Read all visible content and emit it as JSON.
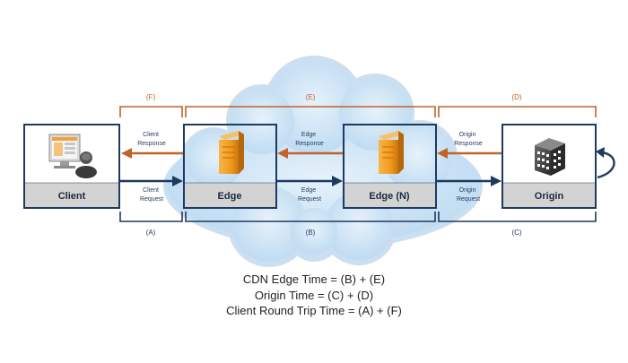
{
  "colors": {
    "box_border": "#1f3a5f",
    "box_fill": "#ffffff",
    "label_band": "#d3d3d3",
    "request_arrow": "#1f3a5f",
    "response_arrow": "#c0622a",
    "bracket_top": "#c0622a",
    "bracket_bottom": "#1f3a5f",
    "cloud_fill": "#c9e2f5",
    "cloud_edge": "#a9cbe8",
    "server_fill": "#f29b1c",
    "formula_text": "#222222"
  },
  "nodes": [
    {
      "id": "client",
      "label": "Client",
      "icon": "computer-user-icon"
    },
    {
      "id": "edge",
      "label": "Edge",
      "icon": "server-icon"
    },
    {
      "id": "edge_n",
      "label": "Edge (N)",
      "icon": "server-icon"
    },
    {
      "id": "origin",
      "label": "Origin",
      "icon": "building-icon"
    }
  ],
  "arrows": {
    "client_response": {
      "line1": "Client",
      "line2": "Response"
    },
    "client_request": {
      "line1": "Client",
      "line2": "Request"
    },
    "edge_response": {
      "line1": "Edge",
      "line2": "Response"
    },
    "edge_request": {
      "line1": "Edge",
      "line2": "Request"
    },
    "origin_response": {
      "line1": "Origin",
      "line2": "Response"
    },
    "origin_request": {
      "line1": "Origin",
      "line2": "Request"
    }
  },
  "brackets": {
    "top": [
      "(F)",
      "(E)",
      "(D)"
    ],
    "bottom": [
      "(A)",
      "(B)",
      "(C)"
    ]
  },
  "formulas": [
    "CDN Edge Time = (B) + (E)",
    "Origin Time = (C) + (D)",
    "Client Round Trip Time = (A) + (F)"
  ]
}
